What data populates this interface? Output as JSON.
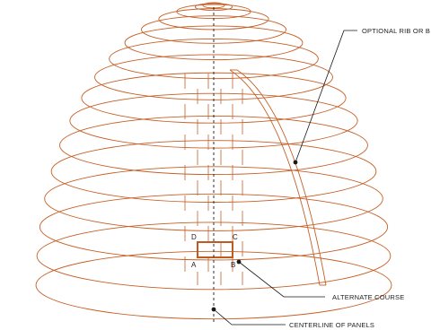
{
  "callouts": {
    "rib": "OPTIONAL RIB OR B",
    "alternate": "ALTERNATE COURSE",
    "centerline": "CENTERLINE OF PANELS"
  },
  "corners": {
    "a": "A",
    "b": "B",
    "c": "C",
    "d": "D"
  },
  "colors": {
    "course": "#c65f26",
    "panel": "#c05a1f",
    "leader": "#1a1a1a"
  }
}
